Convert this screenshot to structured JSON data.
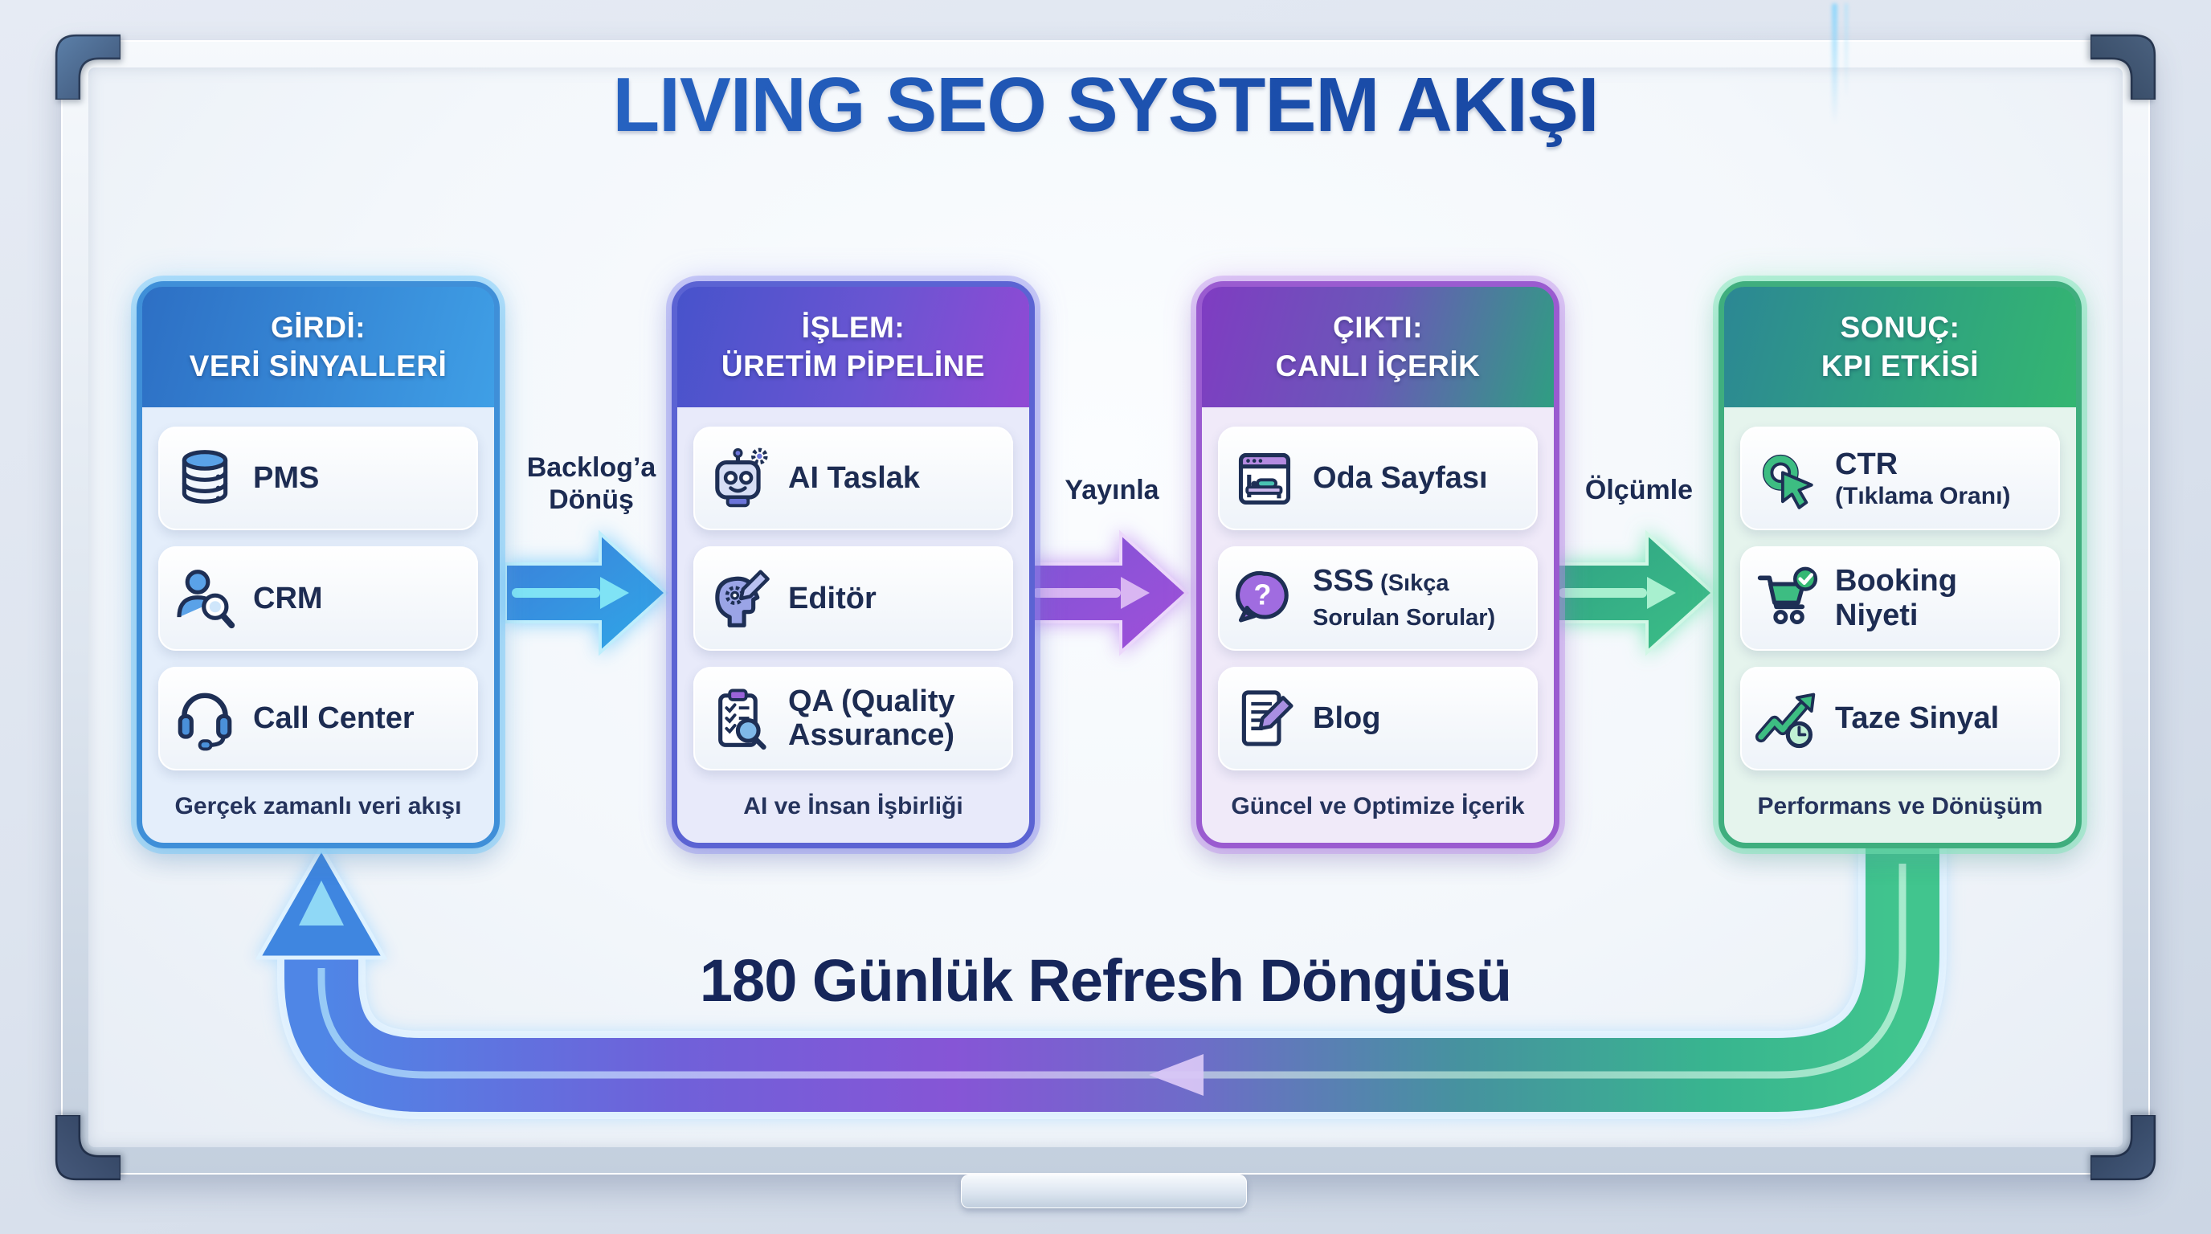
{
  "title": "LIVING SEO SYSTEM AKIŞI",
  "loop": {
    "label": "180 Günlük Refresh Döngüsü"
  },
  "arrows": [
    {
      "label": "Backlog’a Dönüş"
    },
    {
      "label": "Yayınla"
    },
    {
      "label": "Ölçümle"
    }
  ],
  "cards": [
    {
      "header_line1": "GİRDİ:",
      "header_line2": "VERİ SİNYALLERİ",
      "footer": "Gerçek zamanlı veri akışı",
      "items": [
        {
          "label": "PMS",
          "icon": "database-icon"
        },
        {
          "label": "CRM",
          "icon": "crm-person-icon"
        },
        {
          "label": "Call Center",
          "icon": "headset-icon"
        }
      ]
    },
    {
      "header_line1": "İŞLEM:",
      "header_line2": "ÜRETİM PİPELİNE",
      "footer": "AI ve İnsan İşbirliği",
      "items": [
        {
          "label": "AI Taslak",
          "icon": "robot-icon"
        },
        {
          "label": "Editör",
          "icon": "editor-head-icon"
        },
        {
          "label": "QA (Quality Assurance)",
          "icon": "qa-clipboard-icon"
        }
      ]
    },
    {
      "header_line1": "ÇIKTI:",
      "header_line2": "CANLI İÇERİK",
      "footer": "Güncel ve Optimize İçerik",
      "items": [
        {
          "label": "Oda Sayfası",
          "icon": "room-page-icon"
        },
        {
          "label": "SSS",
          "sub_inline": "(Sıkça Sorulan Sorular)",
          "icon": "faq-bubble-icon"
        },
        {
          "label": "Blog",
          "icon": "blog-doc-icon"
        }
      ]
    },
    {
      "header_line1": "SONUÇ:",
      "header_line2": "KPI ETKİSİ",
      "footer": "Performans ve Dönüşüm",
      "items": [
        {
          "label": "CTR",
          "sub_block": "(Tıklama Oranı)",
          "icon": "ctr-click-icon"
        },
        {
          "label": "Booking Niyeti",
          "icon": "cart-check-icon"
        },
        {
          "label": "Taze Sinyal",
          "icon": "trend-clock-icon"
        }
      ]
    }
  ],
  "colors": {
    "title_blue": "#1c50ad",
    "card1_border": "#3f8fd8",
    "card2_border": "#5b63d3",
    "card3_border": "#9a5bd0",
    "card4_border": "#3fae7e",
    "header1_gradient": [
      "#2d6fc4",
      "#3f9fe6"
    ],
    "header2_gradient": [
      "#4753cb",
      "#9149d4"
    ],
    "header3_gradient": [
      "#7f3cc2",
      "#2f9e82"
    ],
    "header4_gradient": [
      "#2c8794",
      "#34b671"
    ],
    "arrow1": "#3c7fd9",
    "arrow2": "#8e51d6",
    "arrow3": "#35ab85",
    "loop_gradient": [
      "#4f86e6",
      "#8655d6",
      "#38b58f"
    ],
    "text_navy": "#1d2c52"
  }
}
